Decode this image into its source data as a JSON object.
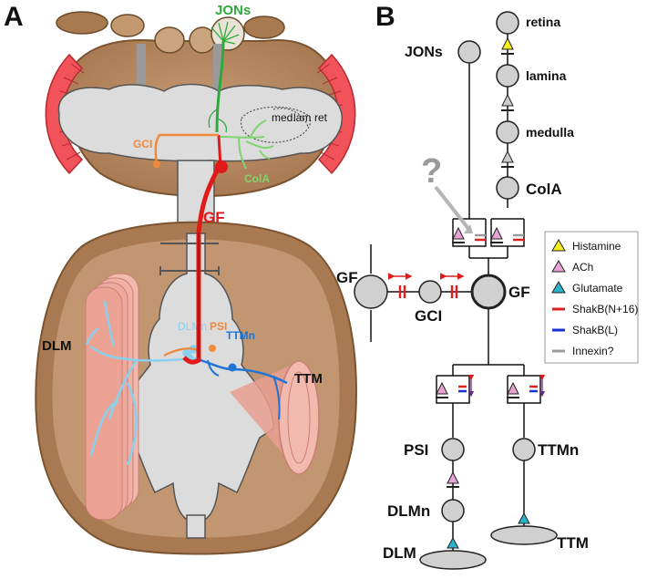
{
  "panels": {
    "a": "A",
    "b": "B"
  },
  "panel_a": {
    "jons": "JONs",
    "gci": "GCI",
    "cola": "ColA",
    "med": "med.",
    "lam": "lam",
    "ret": "ret",
    "gf": "GF",
    "dlm": "DLM",
    "dlmn": "DLMn",
    "psi": "PSI",
    "ttmn": "TTMn",
    "ttm": "TTM"
  },
  "panel_b": {
    "retina": "retina",
    "lamina": "lamina",
    "medulla": "medulla",
    "cola": "ColA",
    "jons": "JONs",
    "question": "?",
    "gf_left": "GF",
    "gci": "GCI",
    "gf": "GF",
    "psi": "PSI",
    "ttmn": "TTMn",
    "dlmn": "DLMn",
    "dlm": "DLM",
    "ttm": "TTM"
  },
  "legend": [
    {
      "label": "Histamine",
      "color": "#f5ee1e"
    },
    {
      "label": "ACh",
      "color": "#e7a2d4"
    },
    {
      "label": "Glutamate",
      "color": "#29b4cc"
    },
    {
      "label": "ShakB(N+16)",
      "color": "#e02020"
    },
    {
      "label": "ShakB(L)",
      "color": "#1a2fd6"
    },
    {
      "label": "Innexin?",
      "color": "#9a9a9a"
    }
  ],
  "colors": {
    "cuticle": "#bf9068",
    "cuticle_dark": "#8c6239",
    "nerve": "#d9d9d9",
    "eye": "#f2525a",
    "gf": "#e01919",
    "jons": "#2eaa3a",
    "gci": "#ef8a3c",
    "cola": "#7fd46f",
    "dlmn": "#8ad0ee",
    "ttmn": "#1f74d6",
    "muscle": "#f2b9ae"
  }
}
